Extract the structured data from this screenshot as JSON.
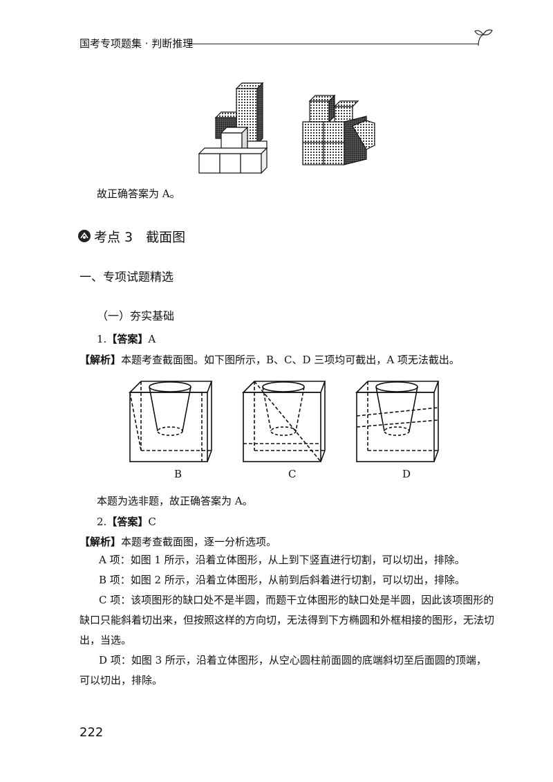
{
  "header": {
    "title": "国考专项题集 · 判断推理"
  },
  "top_figure_caption": "故正确答案为 A。",
  "section": {
    "point_title": "考点 3　截面图",
    "subsection_1": "一、专项试题精选",
    "subsection_2": "（一）夯实基础"
  },
  "q1": {
    "num": "1.",
    "answer_label": "【答案】",
    "answer": "A",
    "analysis_label": "【解析】",
    "analysis": "本题考查截面图。如下图所示，B、C、D 三项均可截出，A 项无法截出。",
    "figure_labels": [
      "B",
      "C",
      "D"
    ],
    "conclusion": "本题为选非题，故正确答案为 A。"
  },
  "q2": {
    "num": "2.",
    "answer_label": "【答案】",
    "answer": "C",
    "analysis_label": "【解析】",
    "analysis": "本题考查截面图，逐一分析选项。",
    "options": [
      "A 项：如图 1 所示，沿着立体图形，从上到下竖直进行切割，可以切出，排除。",
      "B 项：如图 2 所示，沿着立体图形，从前到后斜着进行切割，可以切出，排除。",
      "C 项：该项图形的缺口处不是半圆，而题干立体图形的缺口处是半圆，因此该项图形的缺口只能斜着切出来，但按照这样的方向切，无法得到下方椭圆和外框相接的图形，无法切出，当选。",
      "D 项：如图 3 所示，沿着立体图形，从空心圆柱前面圆的底端斜切至后面圆的顶端，可以切出，排除。"
    ]
  },
  "page_number": "222"
}
